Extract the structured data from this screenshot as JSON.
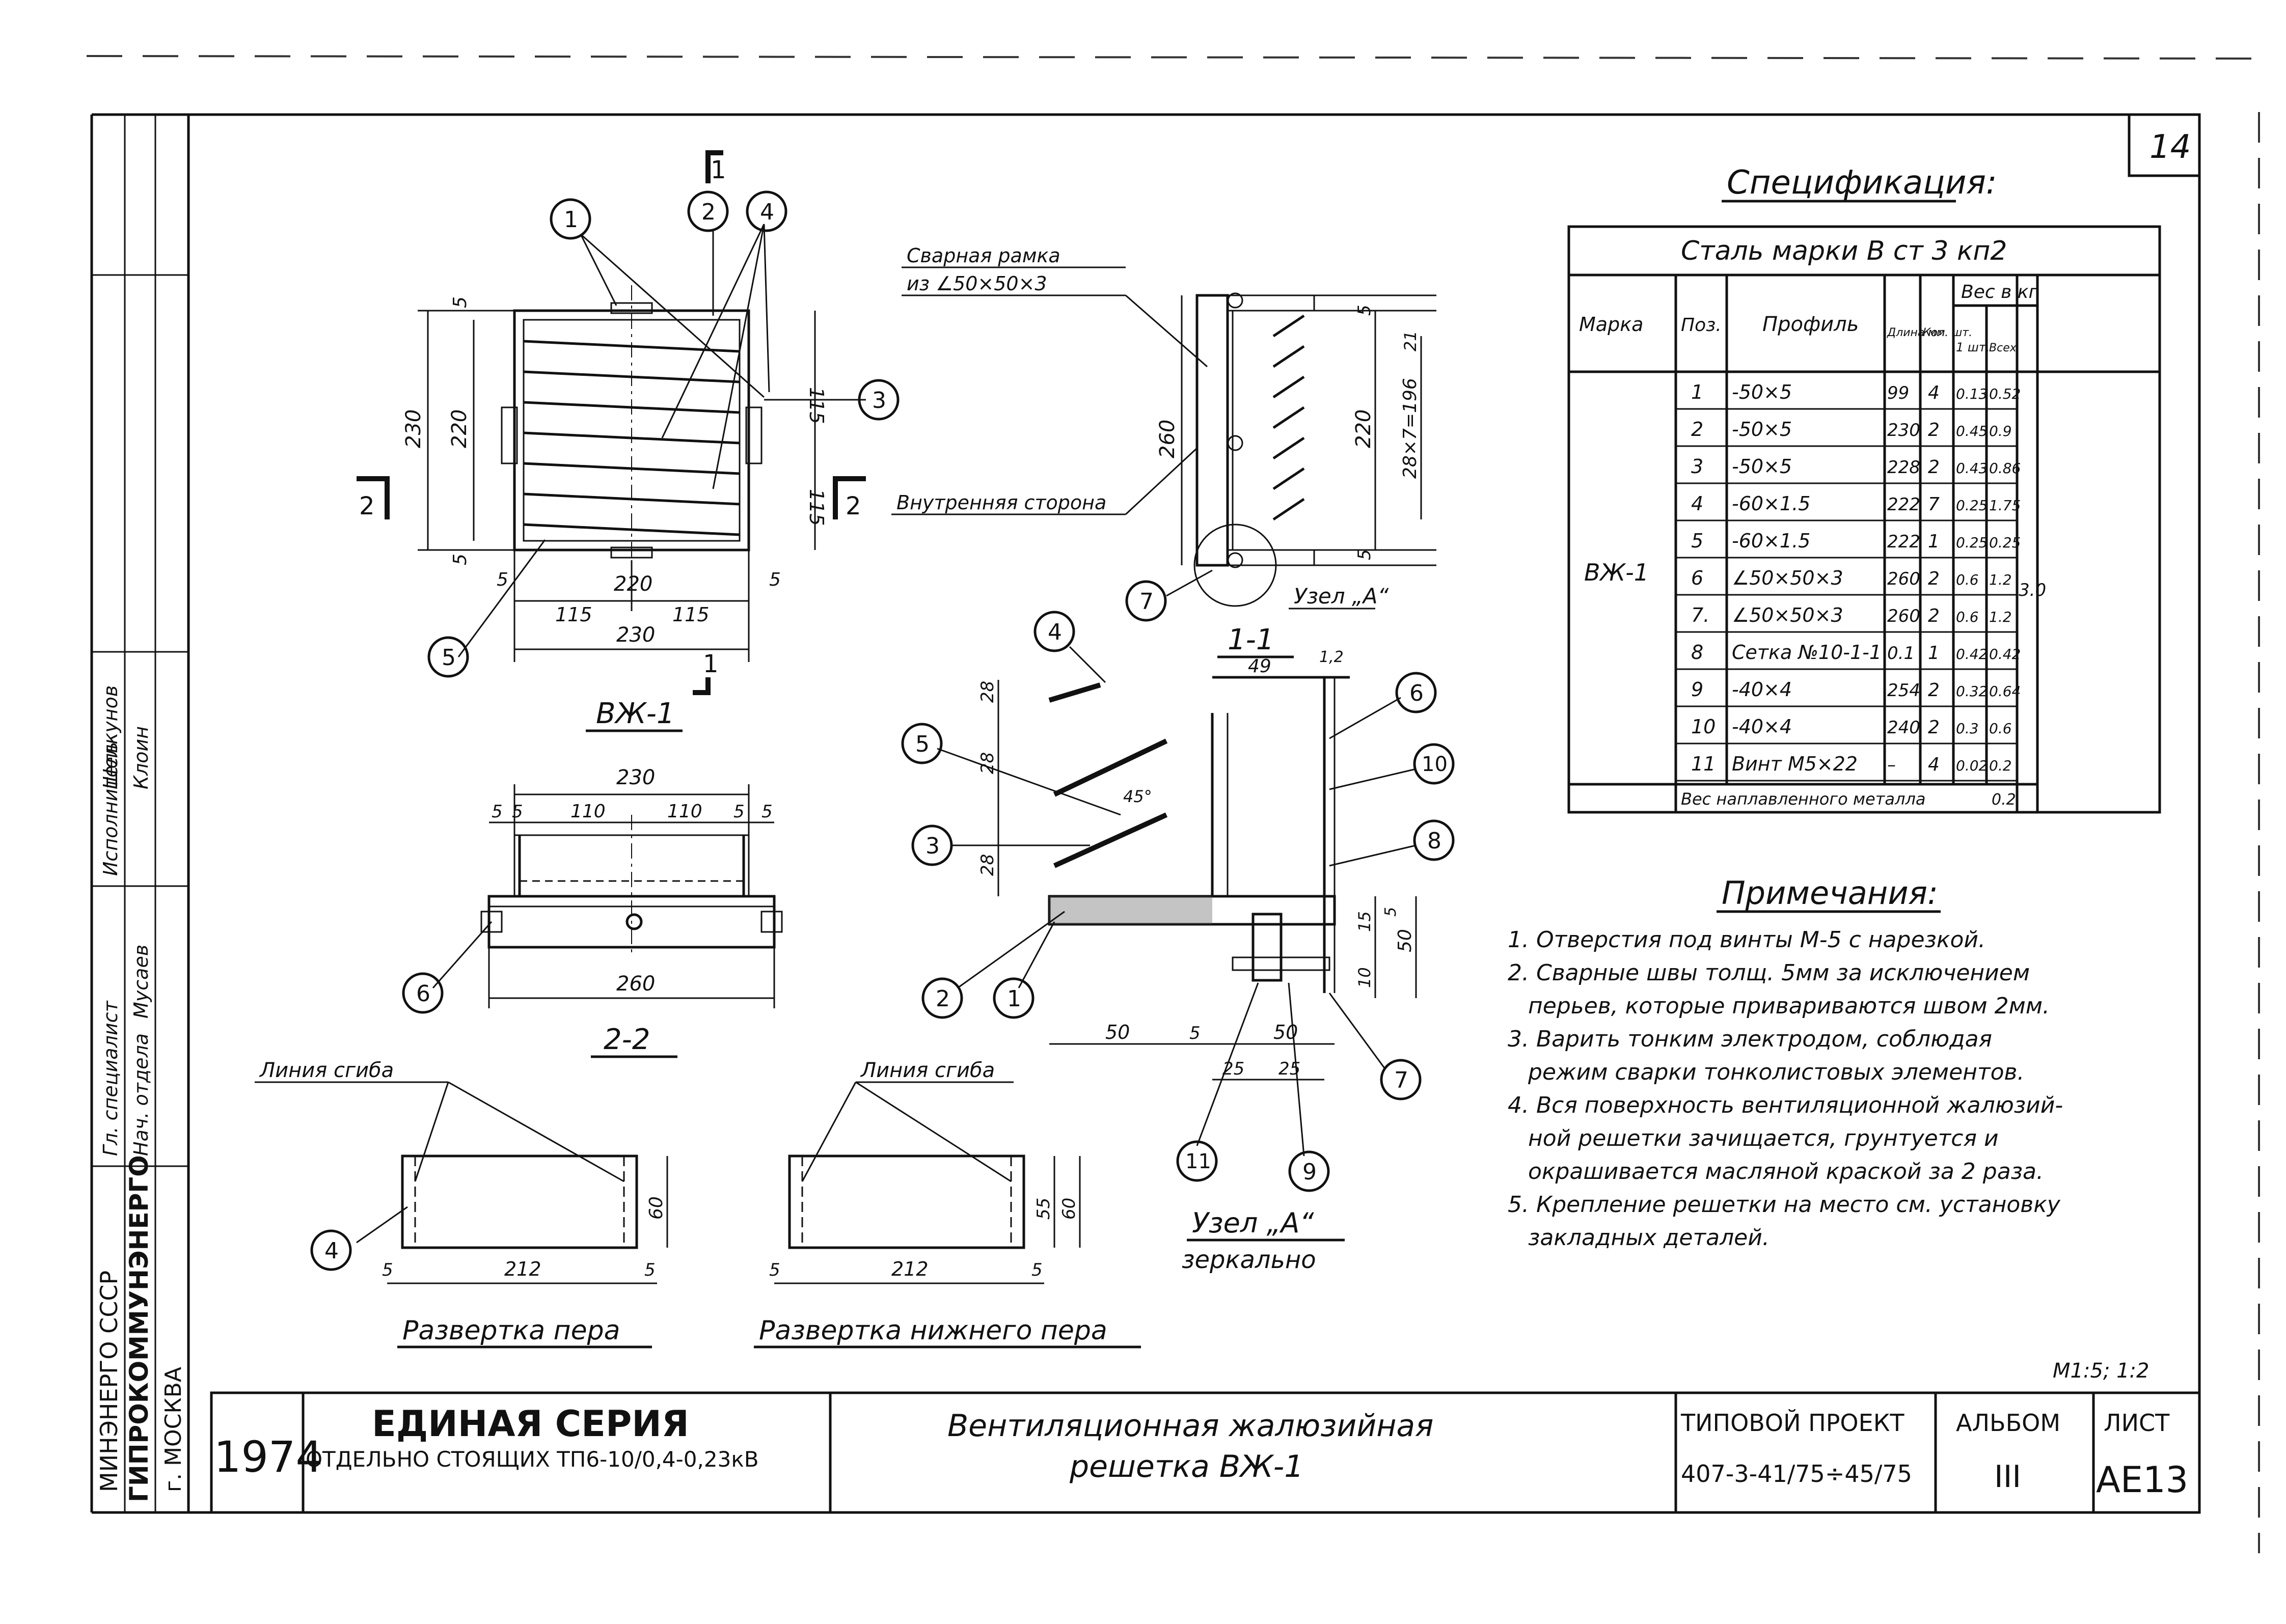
{
  "sheet_number": "14",
  "spec": {
    "title": "Спецификация:",
    "steel_grade": "Сталь марки В ст 3 кп2",
    "headers": {
      "mark": "Марка",
      "pos": "Поз.",
      "profile": "Профиль",
      "length": "Длина мм",
      "qty": "Кол. шт.",
      "weight": "Вес в кг",
      "w1": "1 шт.",
      "wall": "Всех"
    },
    "mark": "ВЖ-1",
    "total_weight": "3.0",
    "rows": [
      {
        "pos": "1",
        "profile": "-50×5",
        "len": "99",
        "qty": "4",
        "w1": "0.13",
        "wall": "0.52"
      },
      {
        "pos": "2",
        "profile": "-50×5",
        "len": "230",
        "qty": "2",
        "w1": "0.45",
        "wall": "0.9"
      },
      {
        "pos": "3",
        "profile": "-50×5",
        "len": "228",
        "qty": "2",
        "w1": "0.43",
        "wall": "0.86"
      },
      {
        "pos": "4",
        "profile": "-60×1.5",
        "len": "222",
        "qty": "7",
        "w1": "0.25",
        "wall": "1.75"
      },
      {
        "pos": "5",
        "profile": "-60×1.5",
        "len": "222",
        "qty": "1",
        "w1": "0.25",
        "wall": "0.25"
      },
      {
        "pos": "6",
        "profile": "∠50×50×3",
        "len": "260",
        "qty": "2",
        "w1": "0.6",
        "wall": "1.2"
      },
      {
        "pos": "7.",
        "profile": "∠50×50×3",
        "len": "260",
        "qty": "2",
        "w1": "0.6",
        "wall": "1.2"
      },
      {
        "pos": "8",
        "profile": "Сетка №10-1-1",
        "len": "0.1",
        "qty": "1",
        "w1": "0.42",
        "wall": "0.42"
      },
      {
        "pos": "9",
        "profile": "-40×4",
        "len": "254",
        "qty": "2",
        "w1": "0.32",
        "wall": "0.64"
      },
      {
        "pos": "10",
        "profile": "-40×4",
        "len": "240",
        "qty": "2",
        "w1": "0.3",
        "wall": "0.6"
      },
      {
        "pos": "11",
        "profile": "Винт М5×22",
        "len": "–",
        "qty": "4",
        "w1": "0.02",
        "wall": "0.2"
      }
    ],
    "weld_label": "Вес наплавленного металла",
    "weld_value": "0.2"
  },
  "notes": {
    "title": "Примечания:",
    "items": [
      "1. Отверстия под винты М-5 с нарезкой.",
      "2. Сварные швы толщ. 5мм за исключением",
      "перьев, которые привариваются швом 2мм.",
      "3. Варить тонким электродом, соблюдая",
      "режим сварки тонколистовых элементов.",
      "4. Вся поверхность вентиляционной жалюзий-",
      "ной решетки зачищается, грунтуется и",
      "окрашивается масляной краской за 2 раза.",
      "5. Крепление решетки на место см. установку",
      "закладных деталей."
    ]
  },
  "labels": {
    "view_main": "ВЖ-1",
    "section_11": "1-1",
    "section_22": "2-2",
    "node_a": "Узел „А“",
    "node_a_mirror": "зеркально",
    "node_a_callout": "Узел „А“",
    "frame_note_1": "Сварная рамка",
    "frame_note_2": "из ∠50×50×3",
    "inner_side": "Внутренняя сторона",
    "bend_line_1": "Линия сгиба",
    "bend_line_2": "Линия сгиба",
    "unfold_blade": "Развертка пера",
    "unfold_bottom": "Развертка нижнего пера",
    "angle": "45°",
    "scale": "М1:5; 1:2"
  },
  "dims": {
    "d230": "230",
    "d220": "220",
    "d115": "115",
    "d5": "5",
    "d260": "260",
    "d110": "110",
    "d28": "28",
    "d49": "49",
    "d12": "1,2",
    "d50": "50",
    "d10": "10",
    "d25": "25",
    "d212": "212",
    "d60": "60",
    "d55": "55",
    "d28x7": "28×7=196",
    "d15": "15",
    "d5s": "5",
    "d21": "21"
  },
  "leaders": {
    "c1": "1",
    "c2": "2",
    "c3": "3",
    "c4": "4",
    "c5": "5",
    "c6": "6",
    "c7": "7",
    "c8": "8",
    "c9": "9",
    "c10": "10",
    "c11": "11"
  },
  "cut_marks": {
    "one": "1",
    "two": "2"
  },
  "title_block": {
    "year": "1974",
    "series_1": "ЕДИНАЯ СЕРИЯ",
    "series_2": "ОТДЕЛЬНО СТОЯЩИХ ТП6-10/0,4-0,23кВ",
    "name_1": "Вентиляционная жалюзийная",
    "name_2": "решетка ВЖ-1",
    "proj_label": "ТИПОВОЙ ПРОЕКТ",
    "proj_value": "407-3-41/75÷45/75",
    "album_label": "АЛЬБОМ",
    "album_value": "III",
    "sheet_label": "ЛИСТ",
    "sheet_value": "АЕ13"
  },
  "side_stamp": {
    "org_1": "МИНЭНЕРГО СССР",
    "org_2": "ГИПРОКОММУНЭНЕРГО",
    "city": "г. МОСКВА",
    "role_1": "Нач. отдела",
    "role_2": "Гл. специалист",
    "role_3": "Исполнитель",
    "name_1": "Мусаев",
    "name_2": "Шелкунов",
    "name_3": "Клоин"
  }
}
